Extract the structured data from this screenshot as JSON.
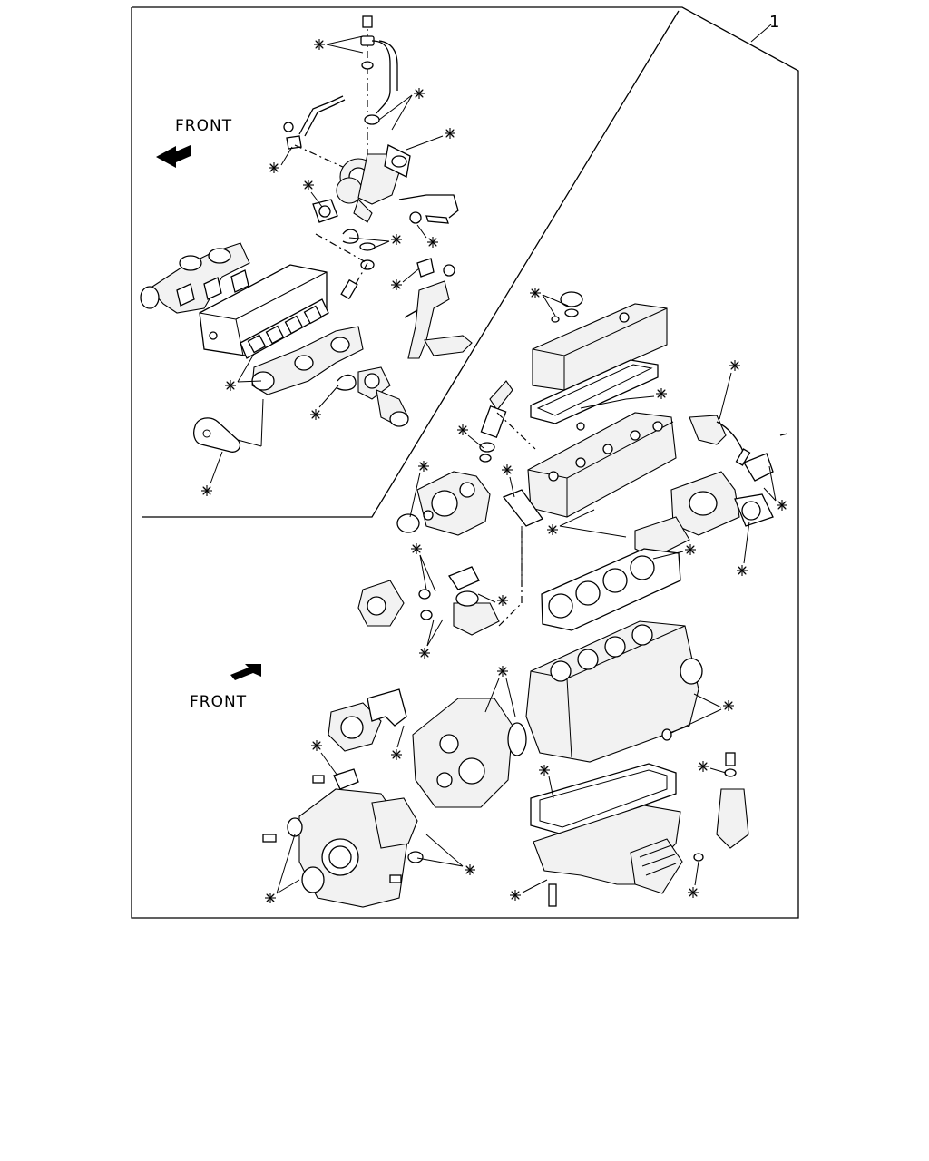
{
  "diagram": {
    "kit_callout": "1",
    "front_label_top": "FRONT",
    "front_label_bottom": "FRONT",
    "marker_symbol": "※",
    "arrow_icon": "filled-arrow"
  }
}
